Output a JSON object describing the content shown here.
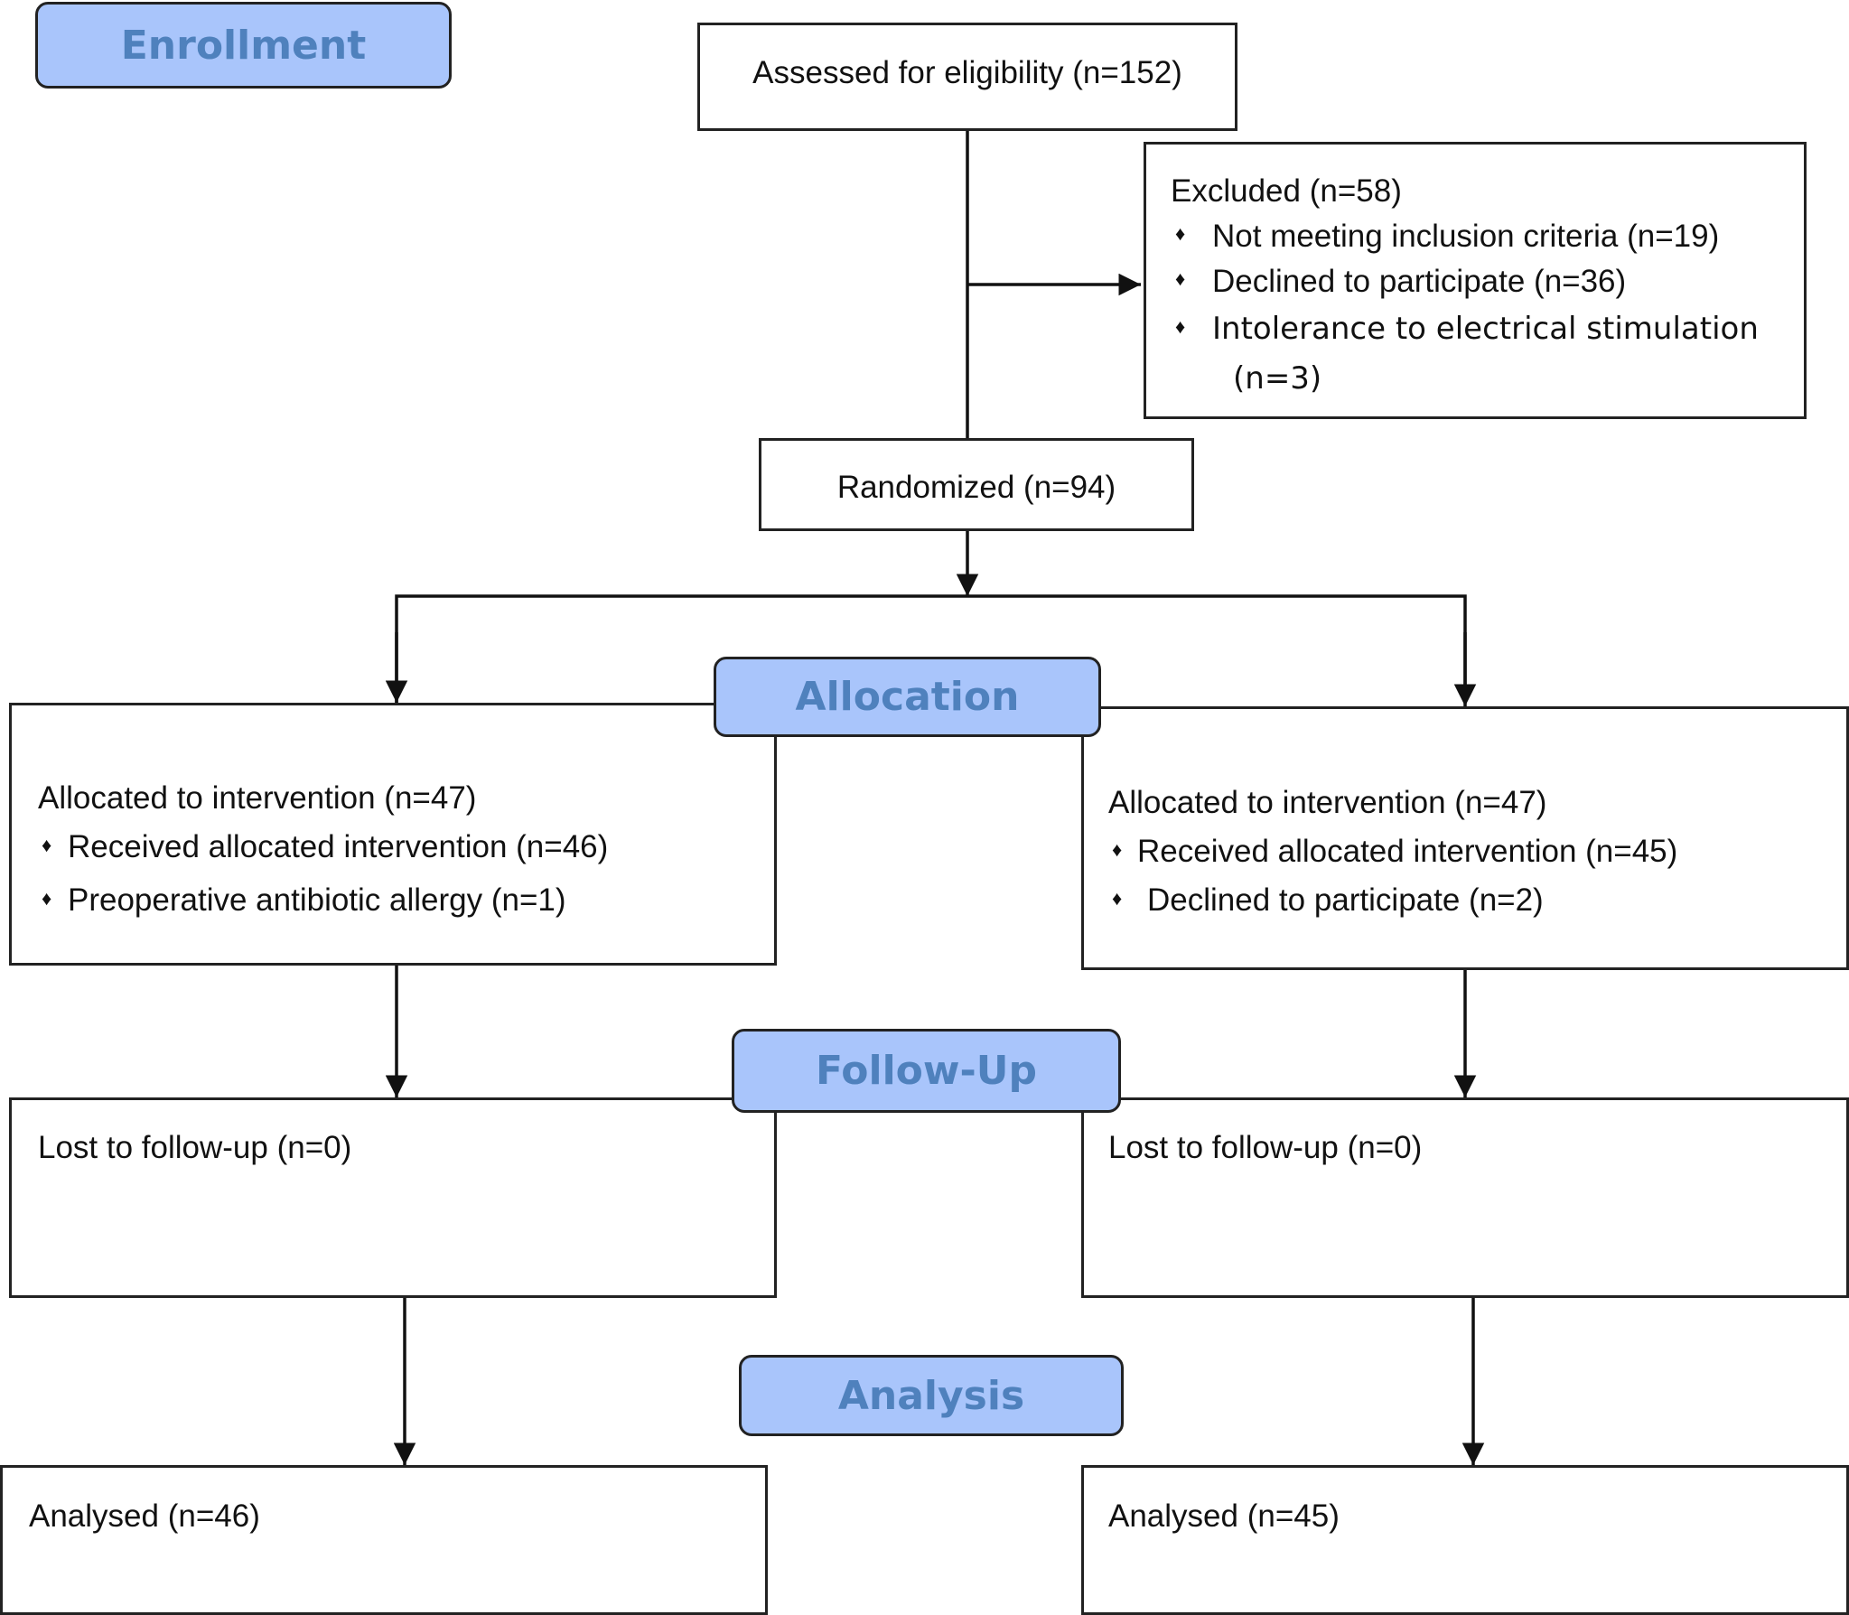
{
  "stages": {
    "enrollment": "Enrollment",
    "allocation": "Allocation",
    "follow_up": "Follow-Up",
    "analysis": "Analysis"
  },
  "bullet_glyph": "♦",
  "enrollment": {
    "assessed": "Assessed for eligibility (n=152)",
    "excluded": {
      "title": "Excluded (n=58)",
      "items": [
        "Not meeting inclusion criteria (n=19)",
        "Declined to participate (n=36)",
        "Intolerance to electrical stimulation"
      ],
      "item3_continuation": "(n=3)"
    },
    "randomized": "Randomized (n=94)"
  },
  "allocation": {
    "left": {
      "title": "Allocated to intervention (n=47)",
      "items": [
        "Received allocated intervention (n=46)",
        "Preoperative antibiotic allergy (n=1)"
      ]
    },
    "right": {
      "title": "Allocated to intervention (n=47)",
      "items": [
        "Received allocated intervention (n=45)",
        "Declined to participate (n=2)"
      ]
    }
  },
  "follow_up": {
    "left": "Lost to follow-up (n=0)",
    "right": "Lost to follow-up (n=0)"
  },
  "analysis": {
    "left": "Analysed  (n=46)",
    "right": "Analysed  (n=45)"
  }
}
